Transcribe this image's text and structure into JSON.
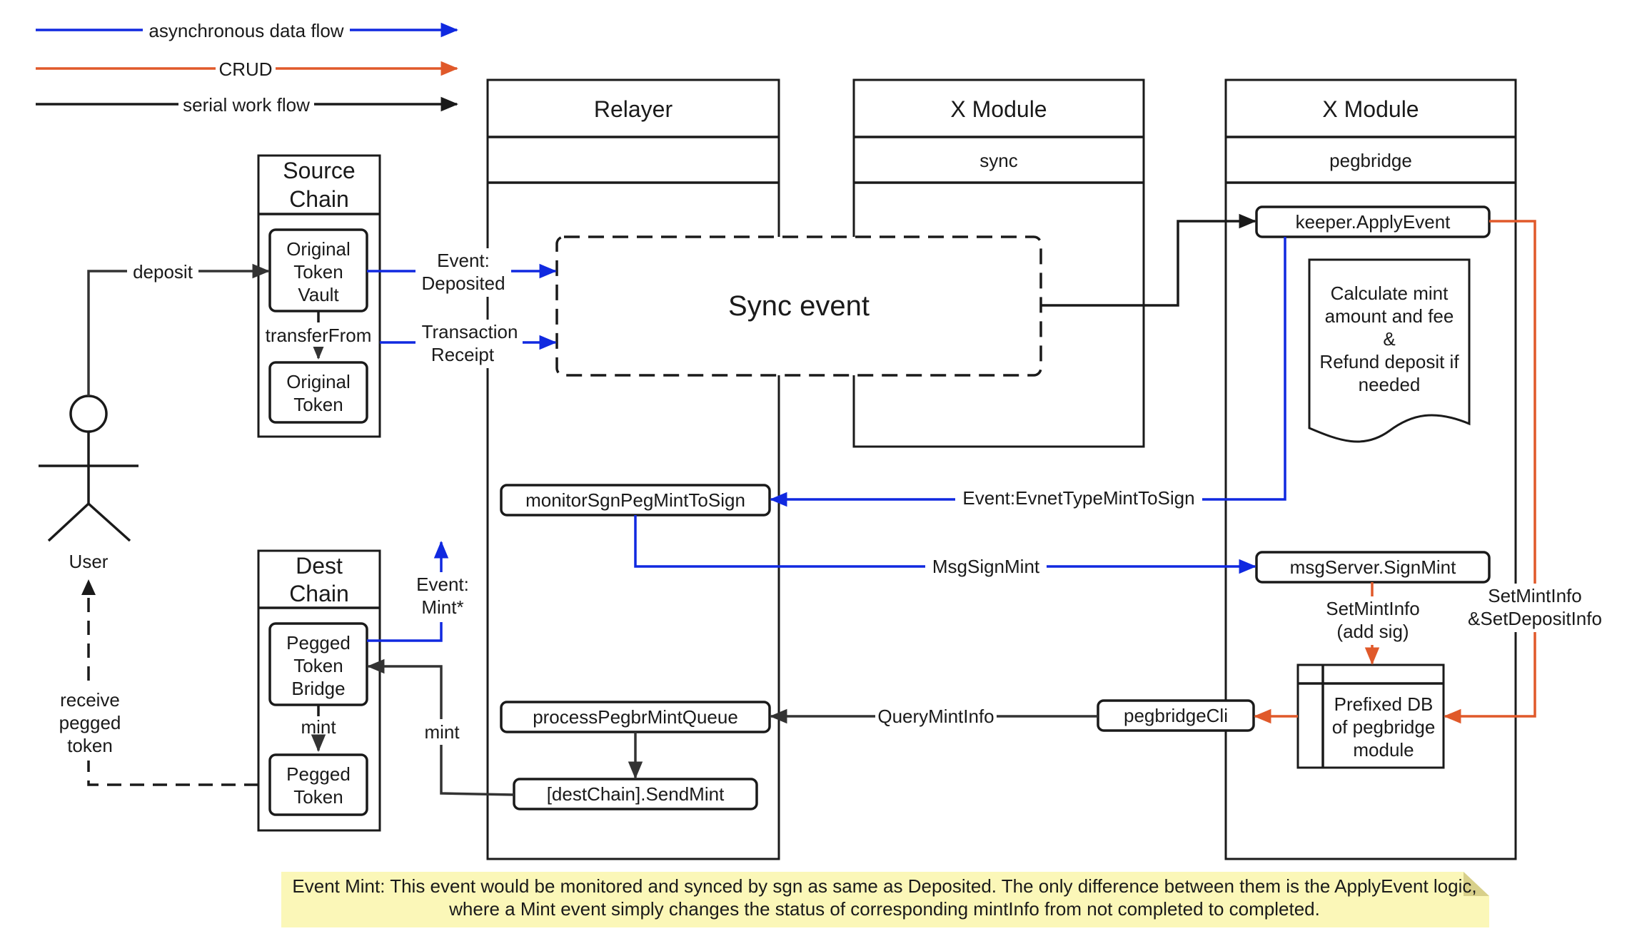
{
  "legend": {
    "async": "asynchronous data flow",
    "crud": "CRUD",
    "serial": "serial work flow"
  },
  "colors": {
    "async": "#1029e0",
    "crud": "#e0592a",
    "serial": "#1a1a1a",
    "note_bg": "#fbf7b8"
  },
  "actor": {
    "label": "User",
    "deposit": "deposit",
    "receive_line1": "receive",
    "receive_line2": "pegged",
    "receive_line3": "token"
  },
  "source_chain": {
    "title_line1": "Source",
    "title_line2": "Chain",
    "vault_line1": "Original",
    "vault_line2": "Token",
    "vault_line3": "Vault",
    "transfer": "transferFrom",
    "token_line1": "Original",
    "token_line2": "Token"
  },
  "dest_chain": {
    "title_line1": "Dest",
    "title_line2": "Chain",
    "bridge_line1": "Pegged",
    "bridge_line2": "Token",
    "bridge_line3": "Bridge",
    "mint": "mint",
    "token_line1": "Pegged",
    "token_line2": "Token"
  },
  "relayer": {
    "title": "Relayer",
    "subtitle": "",
    "monitor": "monitorSgnPegMintToSign",
    "process": "processPegbrMintQueue",
    "sendmint": "[destChain].SendMint"
  },
  "sync_module": {
    "title": "X Module",
    "subtitle": "sync"
  },
  "pegbridge_module": {
    "title": "X Module",
    "subtitle": "pegbridge",
    "apply": "keeper.ApplyEvent",
    "doc_line1": "Calculate mint",
    "doc_line2": "amount and fee",
    "doc_line3": "&",
    "doc_line4": "Refund deposit if",
    "doc_line5": "needed",
    "signmint": "msgServer.SignMint",
    "db_line1": "Prefixed DB",
    "db_line2": "of pegbridge",
    "db_line3": "module",
    "cli": "pegbridgeCli"
  },
  "sync_event": "Sync event",
  "edges": {
    "deposited_line1": "Event:",
    "deposited_line2": "Deposited",
    "receipt_line1": "Transaction",
    "receipt_line2": "Receipt",
    "mintstar_line1": "Event:",
    "mintstar_line2": "Mint*",
    "mint_send": "mint",
    "mint_to_sign": "Event:EvnetTypeMintToSign",
    "msg_sign_mint": "MsgSignMint",
    "set_mint_info_line1": "SetMintInfo",
    "set_mint_info_line2": "(add sig)",
    "set_mint_deposit_line1": "SetMintInfo",
    "set_mint_deposit_line2": "&SetDepositInfo",
    "query_mint_info": "QueryMintInfo"
  },
  "note": "Event Mint: This event would be monitored and synced by sgn as same as Deposited. The only difference between them is the ApplyEvent logic, where a Mint event simply changes the status of corresponding mintInfo from not completed to completed."
}
